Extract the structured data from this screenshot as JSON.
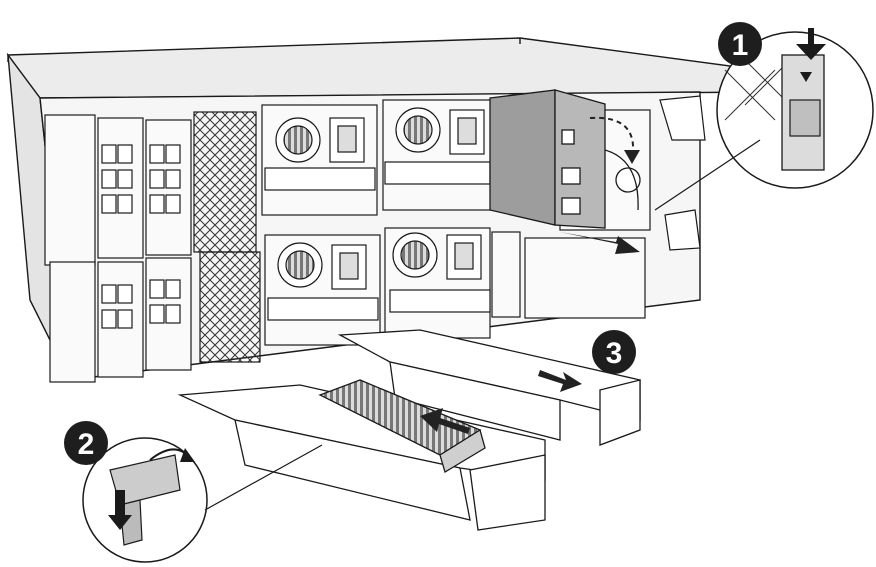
{
  "figure": {
    "callouts": [
      {
        "id": "step-1",
        "label": "1"
      },
      {
        "id": "step-2",
        "label": "2"
      },
      {
        "id": "step-3",
        "label": "3"
      }
    ]
  },
  "colors": {
    "line": "#1a1a1a",
    "chassis_face": "#f4f4f4",
    "module_gray": "#a9a9a9",
    "badge": "#1e1e1e",
    "arrow": "#222222"
  }
}
